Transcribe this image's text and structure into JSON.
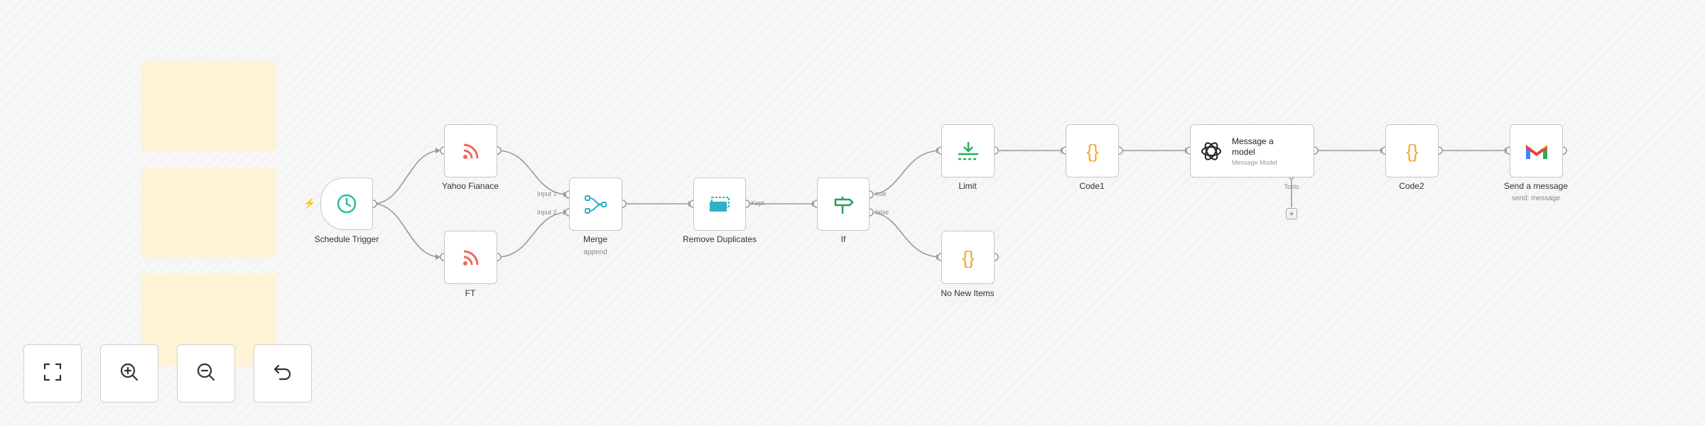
{
  "canvas": {
    "nodes": {
      "schedule_trigger": {
        "label": "Schedule Trigger",
        "icon": "clock-icon"
      },
      "yahoo_finance": {
        "label": "Yahoo Fianace",
        "icon": "rss-icon"
      },
      "ft": {
        "label": "FT",
        "icon": "rss-icon"
      },
      "merge": {
        "label": "Merge",
        "sublabel": "append",
        "input1": "Input 1",
        "input2": "Input 2",
        "icon": "merge-icon"
      },
      "remove_duplicates": {
        "label": "Remove Duplicates",
        "output": "Kept",
        "icon": "remove-duplicates-icon"
      },
      "if": {
        "label": "If",
        "true_label": "true",
        "false_label": "false",
        "icon": "signpost-icon"
      },
      "limit": {
        "label": "Limit",
        "icon": "limit-icon"
      },
      "no_new_items": {
        "label": "No New Items",
        "icon": "code-icon"
      },
      "code1": {
        "label": "Code1",
        "icon": "code-icon"
      },
      "message_model": {
        "title": "Message a model",
        "subtitle": "Message Model",
        "tools_label": "Tools",
        "icon": "openai-icon"
      },
      "code2": {
        "label": "Code2",
        "icon": "code-icon"
      },
      "send_message": {
        "label": "Send a message",
        "sublabel": "send: message",
        "icon": "gmail-icon"
      }
    },
    "add_tool_label": "+",
    "colors": {
      "rss": "#f0675a",
      "trigger": "#2fbc9a",
      "merge": "#2fb0c7",
      "code": "#f5a623",
      "limit": "#1fb25a",
      "if": "#2a9d5a",
      "sticky": "#fff3d6"
    }
  },
  "toolbar": {
    "fit_view": "fit-view-icon",
    "zoom_in": "zoom-in-icon",
    "zoom_out": "zoom-out-icon",
    "reset": "undo-icon"
  }
}
